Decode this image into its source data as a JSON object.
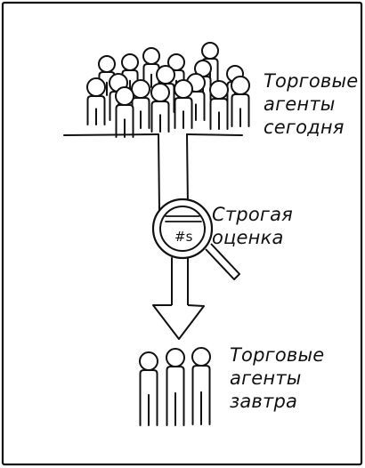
{
  "labels": {
    "top": [
      "Торговые",
      "агенты",
      "сегодня"
    ],
    "middle": [
      "Строгая",
      "оценка"
    ],
    "bottom": [
      "Торговые",
      "агенты",
      "завтра"
    ]
  },
  "magnifier_text": "#s",
  "colors": {
    "ink": "#111111",
    "background": "#ffffff"
  },
  "people": {
    "today_count": 17,
    "tomorrow_count": 3
  }
}
